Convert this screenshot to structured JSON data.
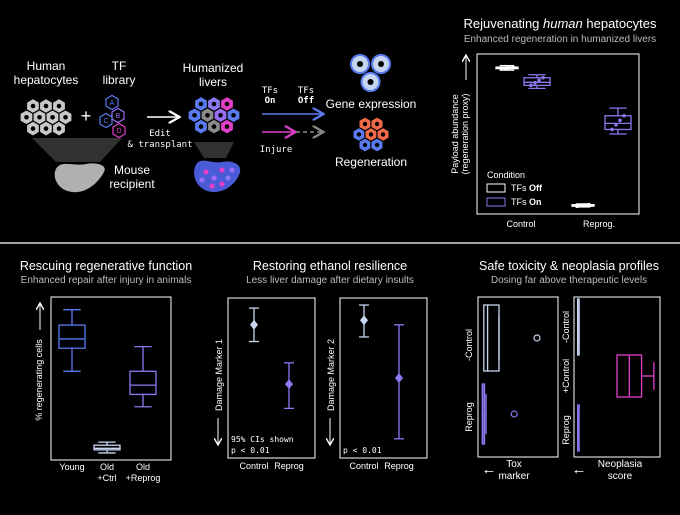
{
  "colors": {
    "bg": "#000000",
    "white": "#ffffff",
    "light_blue": "#c6d6f0",
    "periwinkle": "#8c78f0",
    "violet": "#9a6ef5",
    "blue": "#5a7bf0",
    "magenta": "#e040c8",
    "orange": "#f06a4a",
    "gray": "#8a8a8a"
  },
  "top": {
    "human_hepatocytes": [
      "Human",
      "hepatocytes"
    ],
    "tf_library": [
      "TF",
      "library"
    ],
    "plus": "+",
    "tf_letters": [
      "A",
      "B",
      "C",
      "D"
    ],
    "mouse_recipient": [
      "Mouse",
      "recipient"
    ],
    "edit_transplant": [
      "Edit",
      "& transplant"
    ],
    "humanized_livers": [
      "Humanized",
      "livers"
    ],
    "tfs_on": [
      "TFs",
      "On"
    ],
    "tfs_off": [
      "TFs",
      "Off"
    ],
    "injure": "Injure",
    "gene_expression": "Gene expression",
    "regeneration": "Regeneration"
  },
  "panel_rejuv": {
    "title_pre": "Rejuvenating ",
    "title_em": "human",
    "title_post": " hepatocytes",
    "subtitle": "Enhanced regeneration in humanized livers",
    "ylabel": [
      "Payload abundance",
      "(regeneration proxy)"
    ],
    "legend_title": "Condition",
    "legend": [
      {
        "pre": "TFs ",
        "bold": "Off",
        "color": "#ffffff"
      },
      {
        "pre": "TFs ",
        "bold": "On",
        "color": "#8c78f0"
      }
    ],
    "xcats": [
      "Control",
      "Reprog."
    ]
  },
  "panel_rescue": {
    "title": "Rescuing regenerative function",
    "subtitle": "Enhanced repair after injury in animals",
    "ylabel": "% regenerating cells",
    "xcats": [
      [
        "Young"
      ],
      [
        "Old",
        "+Ctrl"
      ],
      [
        "Old",
        "+Reprog"
      ]
    ]
  },
  "panel_ethanol": {
    "title": "Restoring ethanol resilience",
    "subtitle": "Less liver damage after dietary insults",
    "ylabel1": "Damage Marker 1",
    "ylabel2": "Damage Marker 2",
    "ci_note": "95% CIs shown",
    "p1": "p < 0.01",
    "p2": "p < 0.01",
    "xcats": [
      "Control",
      "Reprog"
    ]
  },
  "panel_tox": {
    "title": "Safe toxicity & neoplasia profiles",
    "subtitle": "Dosing far above therapeutic levels",
    "tox_cats": [
      "-Control",
      "Reprog"
    ],
    "neo_cats": [
      "-Control",
      "+Control",
      "Reprog"
    ],
    "tox_xlabel": [
      "Tox",
      "marker"
    ],
    "neo_xlabel": [
      "Neoplasia",
      "score"
    ],
    "arrow": "←"
  },
  "chart_data": [
    {
      "type": "box",
      "title": "Rejuvenating human hepatocytes",
      "subtitle": "Enhanced regeneration in humanized livers",
      "ylabel": "Payload abundance (regeneration proxy)",
      "categories": [
        "Control",
        "Reprog."
      ],
      "series": [
        {
          "name": "TFs Off",
          "boxes": [
            {
              "min": 0.92,
              "q1": 0.93,
              "median": 0.935,
              "q3": 0.94,
              "max": 0.95
            },
            {
              "min": 0.02,
              "q1": 0.025,
              "median": 0.03,
              "q3": 0.035,
              "max": 0.04
            }
          ]
        },
        {
          "name": "TFs On",
          "boxes": [
            {
              "min": 0.8,
              "q1": 0.82,
              "median": 0.84,
              "q3": 0.87,
              "max": 0.89
            },
            {
              "min": 0.5,
              "q1": 0.53,
              "median": 0.57,
              "q3": 0.62,
              "max": 0.67
            }
          ]
        }
      ]
    },
    {
      "type": "box",
      "title": "Rescuing regenerative function",
      "subtitle": "Enhanced repair after injury in animals",
      "ylabel": "% regenerating cells",
      "categories": [
        "Young",
        "Old +Ctrl",
        "Old +Reprog"
      ],
      "boxes": [
        {
          "min": 0.55,
          "q1": 0.7,
          "median": 0.76,
          "q3": 0.85,
          "max": 0.95
        },
        {
          "min": 0.02,
          "q1": 0.04,
          "median": 0.05,
          "q3": 0.07,
          "max": 0.09
        },
        {
          "min": 0.32,
          "q1": 0.4,
          "median": 0.46,
          "q3": 0.55,
          "max": 0.71
        }
      ]
    },
    {
      "type": "scatter",
      "title": "Restoring ethanol resilience",
      "ylabel": "Damage Marker 1",
      "categories": [
        "Control",
        "Reprog"
      ],
      "points": [
        {
          "y": 0.85,
          "lo": 0.74,
          "hi": 0.96
        },
        {
          "y": 0.46,
          "lo": 0.3,
          "hi": 0.6
        }
      ],
      "annotation": "p < 0.01"
    },
    {
      "type": "scatter",
      "title": "Restoring ethanol resilience",
      "ylabel": "Damage Marker 2",
      "categories": [
        "Control",
        "Reprog"
      ],
      "points": [
        {
          "y": 0.88,
          "lo": 0.77,
          "hi": 0.98
        },
        {
          "y": 0.5,
          "lo": 0.1,
          "hi": 0.85
        }
      ],
      "annotation": "p < 0.01"
    },
    {
      "type": "box",
      "orientation": "horizontal",
      "title": "Safe toxicity & neoplasia profiles",
      "xlabel": "Tox marker",
      "categories": [
        "-Control",
        "Reprog"
      ],
      "boxes": [
        {
          "min": 0.05,
          "q1": 0.05,
          "median": 0.1,
          "q3": 0.25,
          "max": 0.25,
          "outlier": 0.75
        },
        {
          "min": 0.02,
          "q1": 0.03,
          "median": 0.04,
          "q3": 0.06,
          "max": 0.08,
          "outlier": 0.45
        }
      ]
    },
    {
      "type": "box",
      "orientation": "horizontal",
      "xlabel": "Neoplasia score",
      "categories": [
        "-Control",
        "+Control",
        "Reprog"
      ],
      "boxes": [
        {
          "min": 0.02,
          "q1": 0.02,
          "median": 0.02,
          "q3": 0.02,
          "max": 0.02
        },
        {
          "min": 0.5,
          "q1": 0.5,
          "median": 0.65,
          "q3": 0.8,
          "max": 0.95
        },
        {
          "min": 0.02,
          "q1": 0.02,
          "median": 0.02,
          "q3": 0.02,
          "max": 0.02
        }
      ]
    }
  ]
}
